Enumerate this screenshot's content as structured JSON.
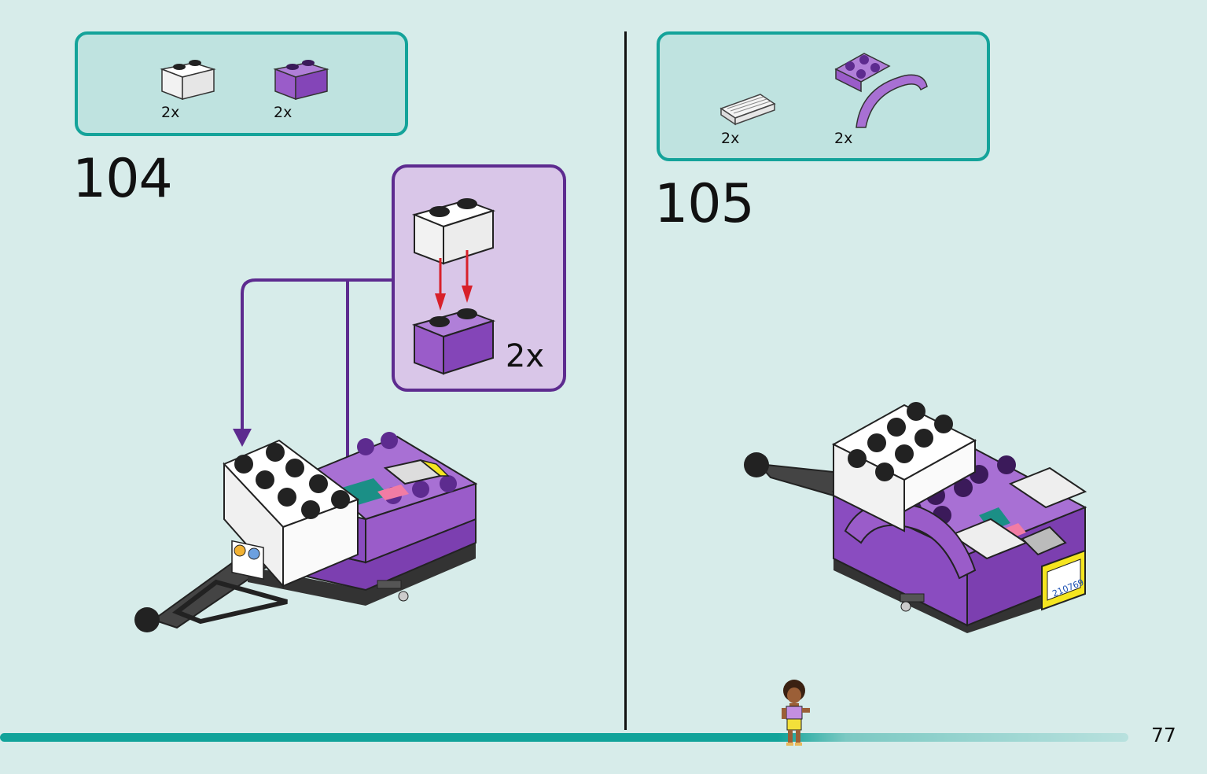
{
  "step_104": {
    "number": "104",
    "parts": [
      {
        "name": "white 1x2 brick",
        "quantity": "2x"
      },
      {
        "name": "purple 1x2 brick",
        "quantity": "2x"
      }
    ],
    "callout_quantity": "2x"
  },
  "step_105": {
    "number": "105",
    "parts": [
      {
        "name": "white grille tile",
        "quantity": "2x"
      },
      {
        "name": "purple mudguard",
        "quantity": "2x"
      }
    ],
    "license_plate": "210769"
  },
  "page": {
    "number": "77",
    "progress": 0.69
  },
  "colors": {
    "background": "#d7ecea",
    "accent_teal": "#14a39a",
    "parts_box_fill": "#bfe3e0",
    "callout_purple": "#5d2b8f",
    "callout_fill": "#d9c6e8",
    "lego_purple": "#9a5cc9",
    "arrow_red": "#d8202a"
  }
}
